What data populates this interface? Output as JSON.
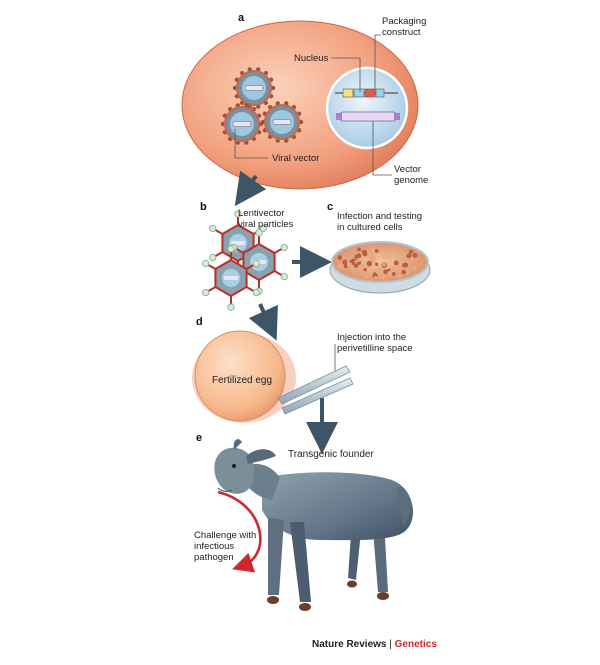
{
  "panels": {
    "a": "a",
    "b": "b",
    "c": "c",
    "d": "d",
    "e": "e"
  },
  "labels": {
    "packaging_construct": [
      "Packaging",
      "construct"
    ],
    "nucleus": "Nucleus",
    "viral_vector": "Viral vector",
    "vector_genome": [
      "Vector",
      "genome"
    ],
    "lentivector": [
      "Lentivector",
      "viral particles"
    ],
    "infection": [
      "Infection and testing",
      "in cultured cells"
    ],
    "injection": [
      "Injection into the",
      "perivetilline space"
    ],
    "fertilized_egg": "Fertilized egg",
    "transgenic_founder": "Transgenic founder",
    "challenge": [
      "Challenge with",
      "infectious",
      "pathogen"
    ]
  },
  "footer": {
    "journal": "Nature Reviews",
    "separator": "|",
    "section": "Genetics"
  },
  "colors": {
    "cell": "#f2a07e",
    "nucleus": "#cfe3f2",
    "arrow": "#3d5566",
    "animal": "#6b7f8c",
    "red_arrow": "#d0262d",
    "footer_accent": "#d0262d"
  }
}
